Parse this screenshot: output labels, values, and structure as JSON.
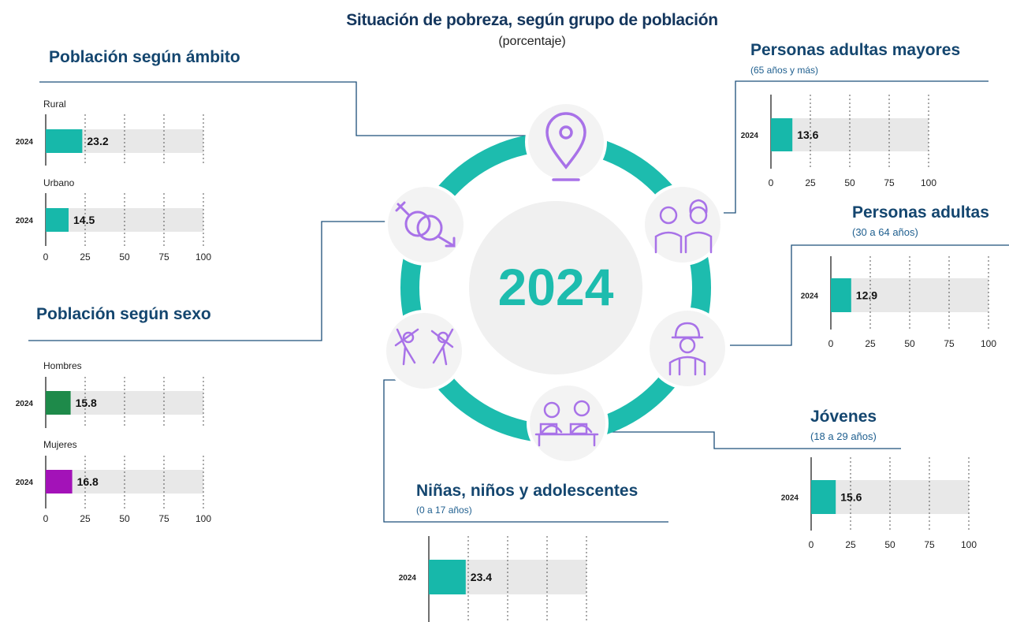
{
  "title": "Situación de pobreza, según grupo de población",
  "subtitle": "(porcentaje)",
  "center_year": "2024",
  "colors": {
    "teal": "#17b8aa",
    "green": "#1e8a4a",
    "purple": "#a312b8",
    "track": "#e8e8e8",
    "ring": "#1dbcae",
    "icon": "#a872e8",
    "line": "#1c4f7a"
  },
  "icons": [
    "location-pin-icon",
    "older-adults-icon",
    "worker-icon",
    "students-laptop-icon",
    "children-jumping-icon",
    "gender-symbols-icon"
  ],
  "sections": {
    "ambito": {
      "title": "Población según ámbito"
    },
    "sexo": {
      "title": "Población según sexo"
    },
    "mayores": {
      "title": "Personas adultas mayores",
      "subtitle": "(65 años y más)"
    },
    "adultas": {
      "title": "Personas adultas",
      "subtitle": "(30 a 64 años)"
    },
    "jovenes": {
      "title": "Jóvenes",
      "subtitle": "(18 a 29 años)"
    },
    "ninos": {
      "title": "Niñas, niños y adolescentes",
      "subtitle": "(0 a 17 años)"
    }
  },
  "chart_data": [
    {
      "type": "bar",
      "id": "rural",
      "label": "Rural",
      "categories": [
        "2024"
      ],
      "values": [
        23.2
      ],
      "color": "#17b8aa",
      "xlim": [
        0,
        100
      ],
      "xticks": []
    },
    {
      "type": "bar",
      "id": "urbano",
      "label": "Urbano",
      "categories": [
        "2024"
      ],
      "values": [
        14.5
      ],
      "color": "#17b8aa",
      "xlim": [
        0,
        100
      ],
      "xticks": [
        "0",
        "25",
        "50",
        "75",
        "100"
      ]
    },
    {
      "type": "bar",
      "id": "hombres",
      "label": "Hombres",
      "categories": [
        "2024"
      ],
      "values": [
        15.8
      ],
      "color": "#1e8a4a",
      "xlim": [
        0,
        100
      ],
      "xticks": []
    },
    {
      "type": "bar",
      "id": "mujeres",
      "label": "Mujeres",
      "categories": [
        "2024"
      ],
      "values": [
        16.8
      ],
      "color": "#a312b8",
      "xlim": [
        0,
        100
      ],
      "xticks": [
        "0",
        "25",
        "50",
        "75",
        "100"
      ]
    },
    {
      "type": "bar",
      "id": "mayores",
      "categories": [
        "2024"
      ],
      "values": [
        13.6
      ],
      "color": "#17b8aa",
      "xlim": [
        0,
        100
      ],
      "xticks": [
        "0",
        "25",
        "50",
        "75",
        "100"
      ]
    },
    {
      "type": "bar",
      "id": "adultas",
      "categories": [
        "2024"
      ],
      "values": [
        12.9
      ],
      "color": "#17b8aa",
      "xlim": [
        0,
        100
      ],
      "xticks": [
        "0",
        "25",
        "50",
        "75",
        "100"
      ]
    },
    {
      "type": "bar",
      "id": "jovenes",
      "categories": [
        "2024"
      ],
      "values": [
        15.6
      ],
      "color": "#17b8aa",
      "xlim": [
        0,
        100
      ],
      "xticks": [
        "0",
        "25",
        "50",
        "75",
        "100"
      ]
    },
    {
      "type": "bar",
      "id": "ninos",
      "categories": [
        "2024"
      ],
      "values": [
        23.4
      ],
      "color": "#17b8aa",
      "xlim": [
        0,
        100
      ],
      "xticks": []
    }
  ]
}
